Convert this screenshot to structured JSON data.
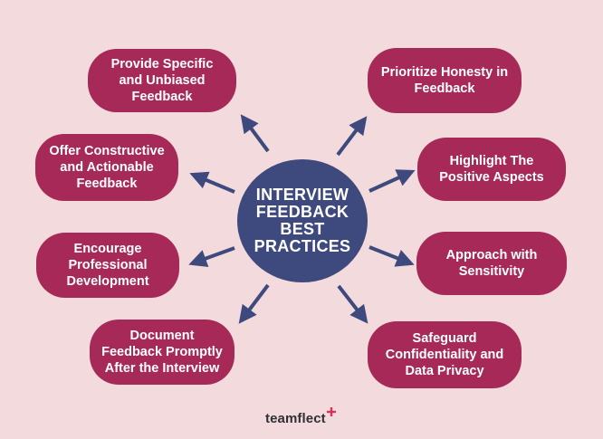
{
  "center": {
    "title": "INTERVIEW\nFEEDBACK\nBEST\nPRACTICES"
  },
  "practices": {
    "provide_specific": "Provide Specific\nand Unbiased\nFeedback",
    "prioritize_honesty": "Prioritize Honesty in\nFeedback",
    "offer_constructive": "Offer Constructive\nand Actionable\nFeedback",
    "highlight_positive": "Highlight The\nPositive Aspects",
    "encourage_development": "Encourage\nProfessional\nDevelopment",
    "approach_sensitivity": "Approach with\nSensitivity",
    "document_feedback": "Document\nFeedback Promptly\nAfter the Interview",
    "safeguard_confidentiality": "Safeguard\nConfidentiality and\nData Privacy"
  },
  "brand": {
    "name": "teamflect"
  },
  "colors": {
    "background": "#f3dadd",
    "pill": "#a62957",
    "center": "#3e4a7e",
    "arrow": "#3e4a7e",
    "logo_plus": "#d8335b"
  }
}
